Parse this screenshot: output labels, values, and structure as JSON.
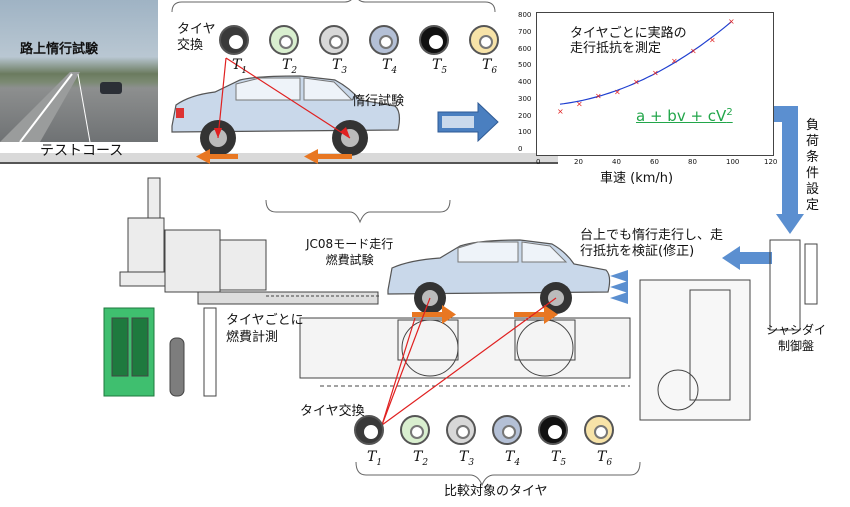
{
  "road_test": {
    "photo_label": "路上惰行試験",
    "course_label": "テストコース",
    "coast_label": "惰行試験",
    "tire_change_label": "タイヤ\n交換"
  },
  "tires": [
    {
      "name": "T",
      "sub": "1",
      "color": "#3a3a3a"
    },
    {
      "name": "T",
      "sub": "2",
      "color": "#d9efcf"
    },
    {
      "name": "T",
      "sub": "3",
      "color": "#d8d8d8"
    },
    {
      "name": "T",
      "sub": "4",
      "color": "#b4c0d6"
    },
    {
      "name": "T",
      "sub": "5",
      "color": "#111111"
    },
    {
      "name": "T",
      "sub": "6",
      "color": "#f7e3a8"
    }
  ],
  "chart_data": {
    "type": "scatter",
    "title": "タイヤごとに実路の走行抵抗を測定",
    "xlabel": "車速 (km/h)",
    "ylabel": "",
    "xlim": [
      0,
      120
    ],
    "ylim": [
      0,
      800
    ],
    "x_ticks": [
      0,
      20,
      40,
      60,
      80,
      100,
      120
    ],
    "y_ticks": [
      0,
      100,
      200,
      300,
      400,
      500,
      600,
      700,
      800
    ],
    "formula": "a + bv + cV2",
    "series": [
      {
        "values_x": [
          10,
          20,
          30,
          40,
          50,
          60,
          70,
          80,
          90,
          100
        ],
        "values_y": [
          240,
          285,
          330,
          355,
          415,
          470,
          540,
          600,
          665,
          775
        ]
      }
    ],
    "fit_curve": {
      "a": 270,
      "b": 0.5,
      "c": 0.045
    }
  },
  "load_label": "負荷条件設定",
  "chassis": {
    "mode_label": "JC08モード走行\n燃費試験",
    "verify_label": "台上でも惰行走行し、走\n行抵抗を検証(修正)",
    "fuel_label": "タイヤごとに\n燃費計測",
    "control_label": "シャシダイ\n制御盤",
    "tire_change_label": "タイヤ交換",
    "compare_label": "比較対象のタイヤ"
  }
}
